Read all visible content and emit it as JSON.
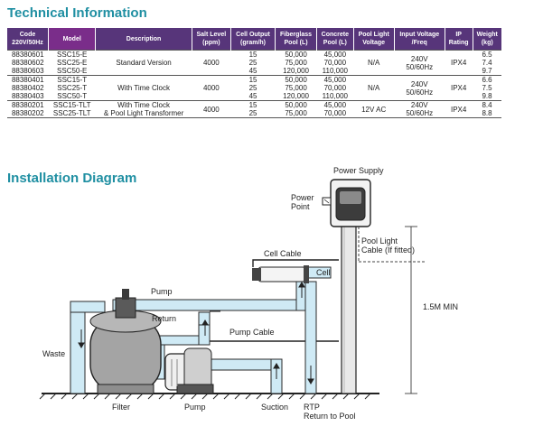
{
  "tech_title": "Technical Information",
  "install_title": "Installation Diagram",
  "table": {
    "headers": [
      "Code\n220V/50Hz",
      "Model",
      "Description",
      "Salt Level\n(ppm)",
      "Cell Output\n(gram/h)",
      "Fiberglass\nPool (L)",
      "Concrete\nPool (L)",
      "Pool Light\nVoltage",
      "Input Voltage\n/Freq",
      "IP\nRating",
      "Weight\n(kg)"
    ],
    "groups": [
      {
        "codes": [
          "88380601",
          "88380602",
          "88380603"
        ],
        "models": [
          "SSC15-E",
          "SSC25-E",
          "SSC50-E"
        ],
        "description": "Standard Version",
        "salt": "4000",
        "output": [
          "15",
          "25",
          "45"
        ],
        "fiberglass": [
          "50,000",
          "75,000",
          "120,000"
        ],
        "concrete": [
          "45,000",
          "70,000",
          "110,000"
        ],
        "light": "N/A",
        "voltage": "240V\n50/60Hz",
        "ip": "IPX4",
        "weight": [
          "6.5",
          "7.4",
          "9.7"
        ]
      },
      {
        "codes": [
          "88380401",
          "88380402",
          "88380403"
        ],
        "models": [
          "SSC15-T",
          "SSC25-T",
          "SSC50-T"
        ],
        "description": "With Time Clock",
        "salt": "4000",
        "output": [
          "15",
          "25",
          "45"
        ],
        "fiberglass": [
          "50,000",
          "75,000",
          "120,000"
        ],
        "concrete": [
          "45,000",
          "70,000",
          "110,000"
        ],
        "light": "N/A",
        "voltage": "240V\n50/60Hz",
        "ip": "IPX4",
        "weight": [
          "6.6",
          "7.5",
          "9.8"
        ]
      },
      {
        "codes": [
          "88380201",
          "88380202"
        ],
        "models": [
          "SSC15-TLT",
          "SSC25-TLT"
        ],
        "description": "With Time Clock\n& Pool Light Transformer",
        "salt": "4000",
        "output": [
          "15",
          "25"
        ],
        "fiberglass": [
          "50,000",
          "75,000"
        ],
        "concrete": [
          "45,000",
          "70,000"
        ],
        "light": "12V AC",
        "voltage": "240V\n50/60Hz",
        "ip": "IPX4",
        "weight": [
          "8.4",
          "8.8"
        ]
      }
    ]
  },
  "diagram": {
    "power_supply": "Power Supply",
    "power_point": "Power\nPoint",
    "pool_light_cable": "Pool Light\nCable (If fitted)",
    "cell_cable": "Cell Cable",
    "cell": "Cell",
    "pump_top": "Pump",
    "return": "Return",
    "pump_cable": "Pump Cable",
    "waste": "Waste",
    "min_height": "1.5M MIN",
    "filter": "Filter",
    "pump_bottom": "Pump",
    "suction": "Suction",
    "rtp": "RTP\nReturn to Pool"
  },
  "colors": {
    "heading": "#1f8fa2",
    "header_bg": "#57357a",
    "pipe": "#cfeaf5",
    "pipe_stroke": "#2a2a2a"
  }
}
